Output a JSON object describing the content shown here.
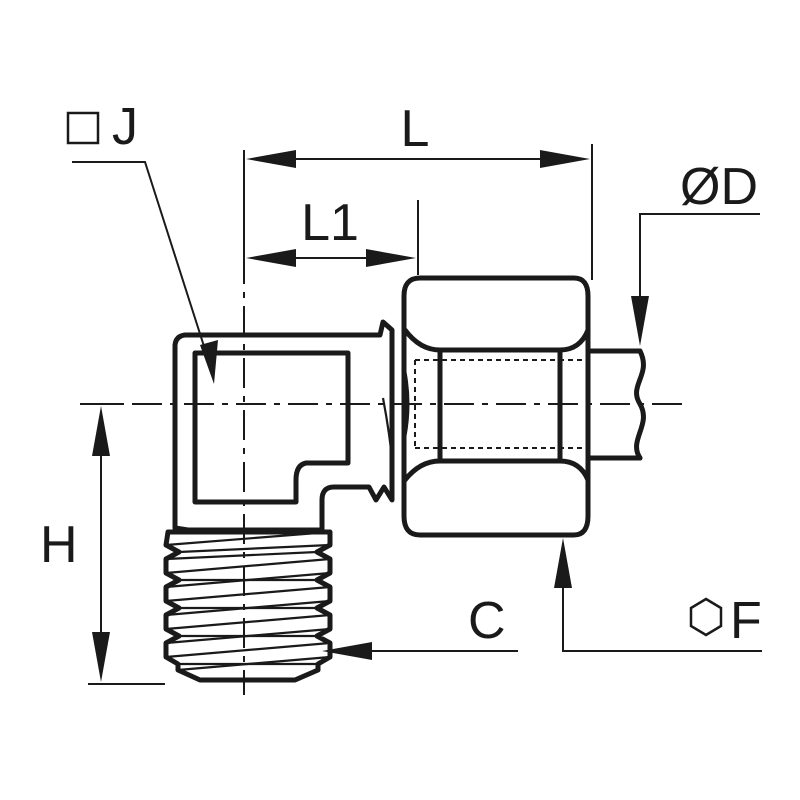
{
  "labels": {
    "j": "J",
    "l": "L",
    "l1": "L1",
    "d": "ØD",
    "h": "H",
    "c": "C",
    "f": "F"
  },
  "icons": {
    "j_prefix": "square-icon",
    "f_prefix": "hexagon-icon"
  },
  "colors": {
    "ink": "#1a1a1a",
    "background": "#ffffff"
  }
}
